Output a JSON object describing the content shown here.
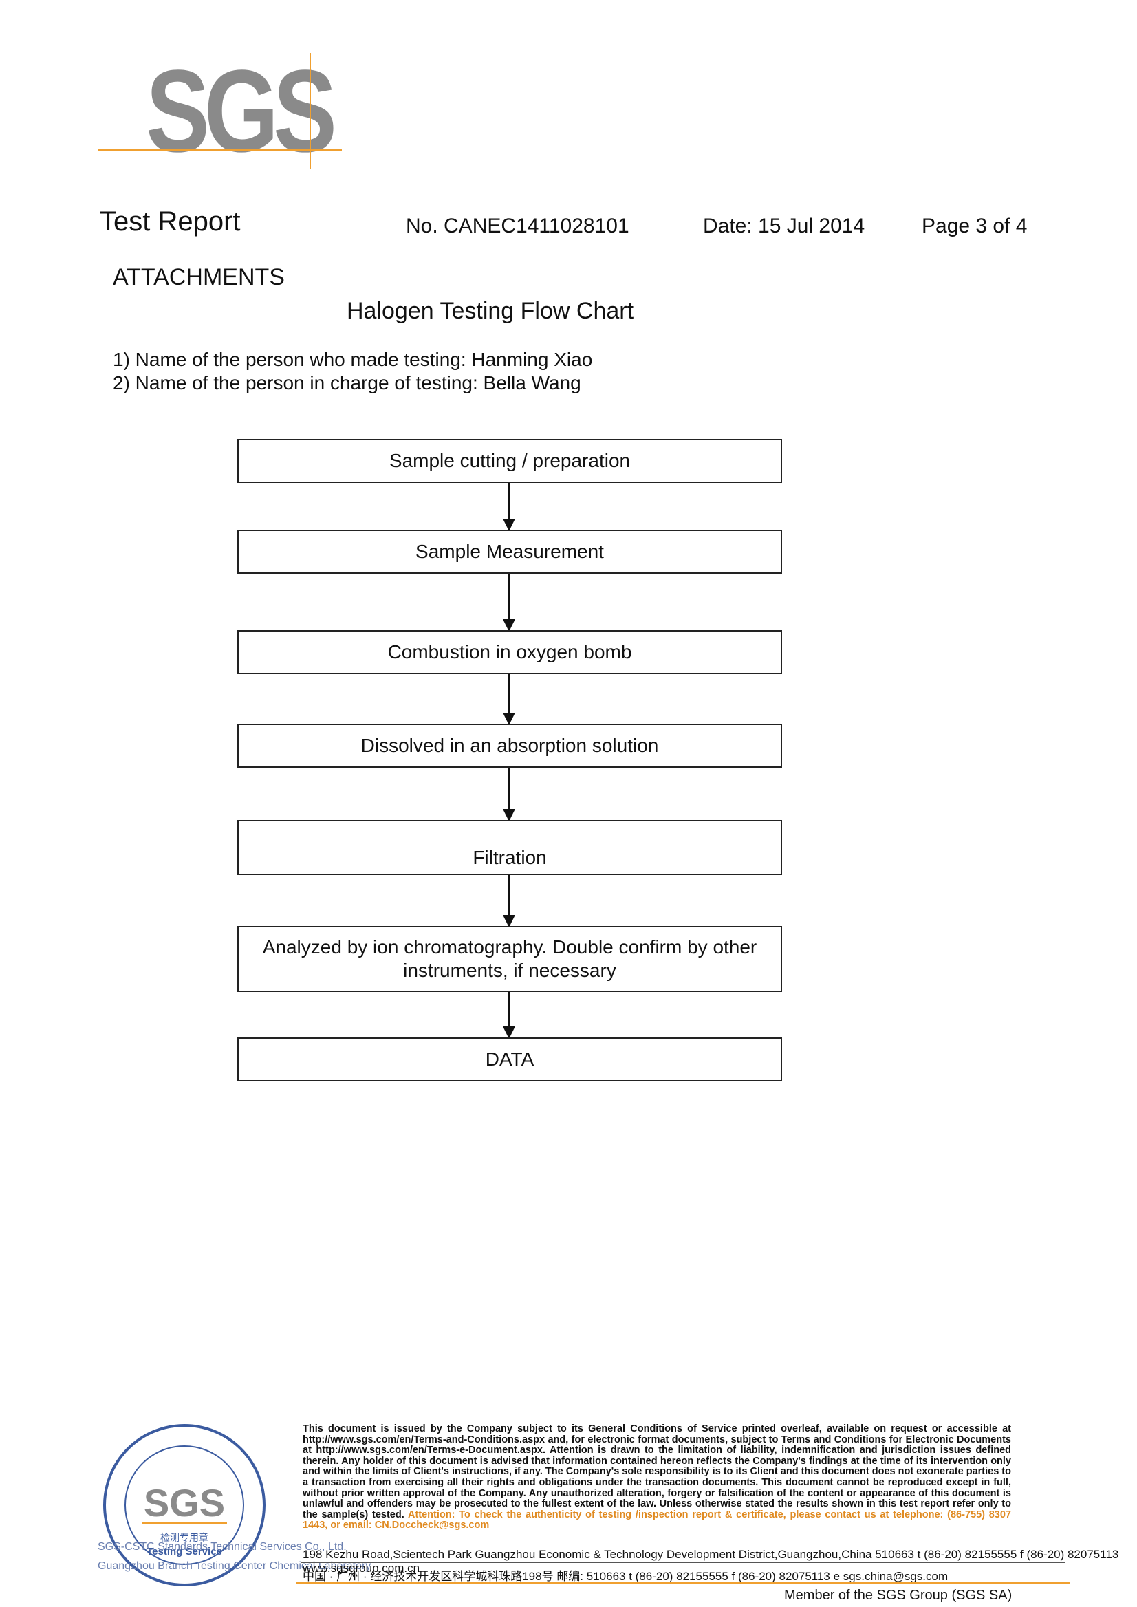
{
  "logo": {
    "text": "SGS"
  },
  "header": {
    "title": "Test Report",
    "number": "No. CANEC1411028101",
    "date": "Date: 15 Jul 2014",
    "page": "Page 3 of 4"
  },
  "section": {
    "heading": "ATTACHMENTS",
    "flow_title": "Halogen Testing Flow Chart",
    "persons": [
      "1) Name of the person who made testing: Hanming Xiao",
      "2) Name of the person in charge of testing: Bella Wang"
    ]
  },
  "flow_steps": [
    "Sample cutting / preparation",
    "Sample Measurement",
    "Combustion in oxygen bomb",
    "Dissolved in an absorption solution",
    "Filtration",
    "Analyzed by ion chromatography. Double confirm by other instruments, if necessary",
    "DATA"
  ],
  "stamp": {
    "logo": "SGS",
    "line1": "检测专用章",
    "line2": "Testing Service"
  },
  "footer": {
    "fine_print": "This document is issued by the Company subject to its General Conditions of Service printed overleaf, available on request or accessible at http://www.sgs.com/en/Terms-and-Conditions.aspx and, for electronic format documents, subject to Terms and Conditions for Electronic Documents at http://www.sgs.com/en/Terms-e-Document.aspx. Attention is drawn to the limitation of liability, indemnification and jurisdiction issues defined therein. Any holder of this document is advised that information contained hereon reflects the Company's findings at the time of its intervention only and within the limits of Client's instructions, if any. The Company's sole responsibility is to its Client and this document does not exonerate parties to a transaction from exercising all their rights and obligations under the transaction documents. This document cannot be reproduced except in full, without prior written approval of the Company. Any unauthorized alteration, forgery or falsification of the content or appearance of this document is unlawful and offenders may be prosecuted to the fullest extent of the law. Unless otherwise stated the results shown in this test report refer only to the sample(s) tested.",
    "attention": "Attention: To check the authenticity of testing /inspection report & certificate, please contact us at telephone: (86-755) 8307 1443, or email: CN.Doccheck@sgs.com",
    "company_1": "SGS-CSTC Standards Technical Services Co., Ltd.",
    "company_2": "Guangzhou Branch Testing Center Chemical Laboratory",
    "address_en": "198 Kezhu Road,Scientech Park Guangzhou Economic & Technology Development District,Guangzhou,China  510663   t (86-20) 82155555   f (86-20) 82075113   www.sgsgroup.com.cn",
    "address_cn": "中国 · 广州 · 经济技术开发区科学城科珠路198号          邮编: 510663   t (86-20) 82155555   f (86-20) 82075113   e  sgs.china@sgs.com",
    "member": "Member of the SGS Group (SGS SA)"
  },
  "colors": {
    "accent": "#f0a030",
    "logo_gray": "#8a8a8a",
    "stamp_blue": "#3b5ba0"
  }
}
